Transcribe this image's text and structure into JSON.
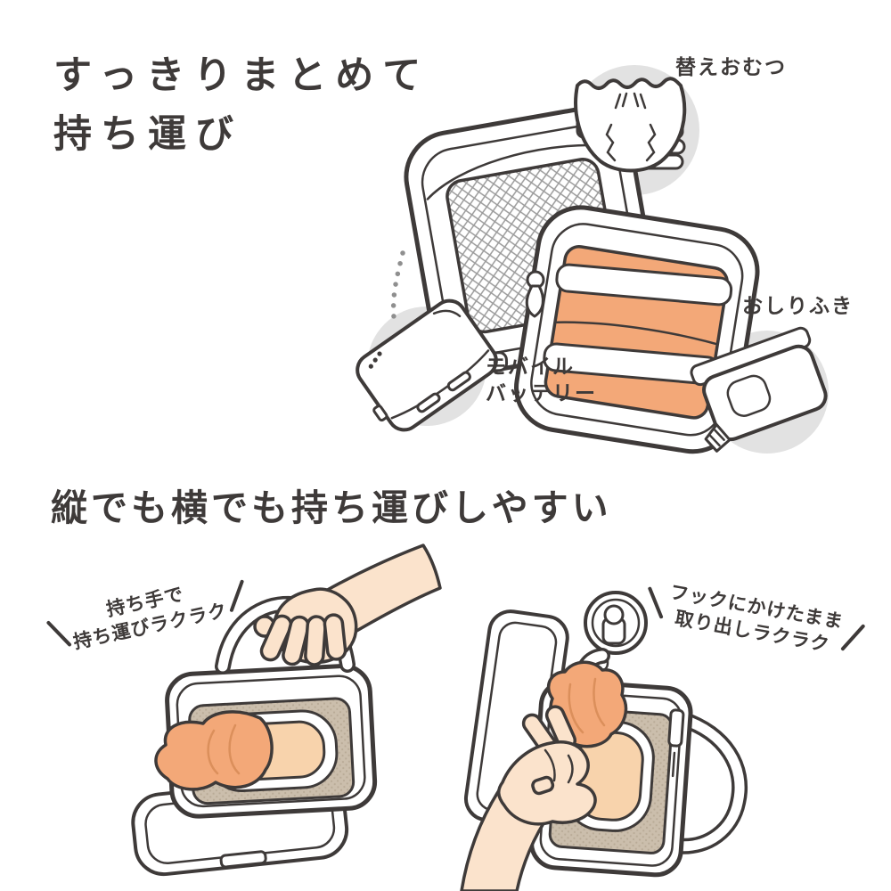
{
  "colors": {
    "line": "#3E3A39",
    "orange": "#F3A878",
    "orange_light": "#F8D3AC",
    "skin": "#FBE3CC",
    "gray_circle": "#E2E2E2",
    "panel_brown": "#CBBEAC",
    "connector_gray": "#8F8F8F",
    "fold_orange": "#DB8F5B"
  },
  "section_pack": {
    "heading_line1": "すっきりまとめて",
    "heading_line2": "持ち運び",
    "labels": {
      "diapers": "替えおむつ",
      "battery_line1": "モバイル",
      "battery_line2": "バッテリー",
      "wipes": "おしりふき"
    }
  },
  "section_carry": {
    "heading": "縦でも横でも持ち運びしやすい",
    "caption_handle_line1": "持ち手で",
    "caption_handle_line2": "持ち運びラクラク",
    "caption_hook_line1": "フックにかけたまま",
    "caption_hook_line2": "取り出しラクラク"
  },
  "icons": [
    "diaper-icon",
    "folded-diapers-icon",
    "mobile-battery-icon",
    "wipes-pack-icon",
    "suction-hook-icon",
    "hand-icon",
    "open-case-icon",
    "zipper-pull-icon"
  ]
}
